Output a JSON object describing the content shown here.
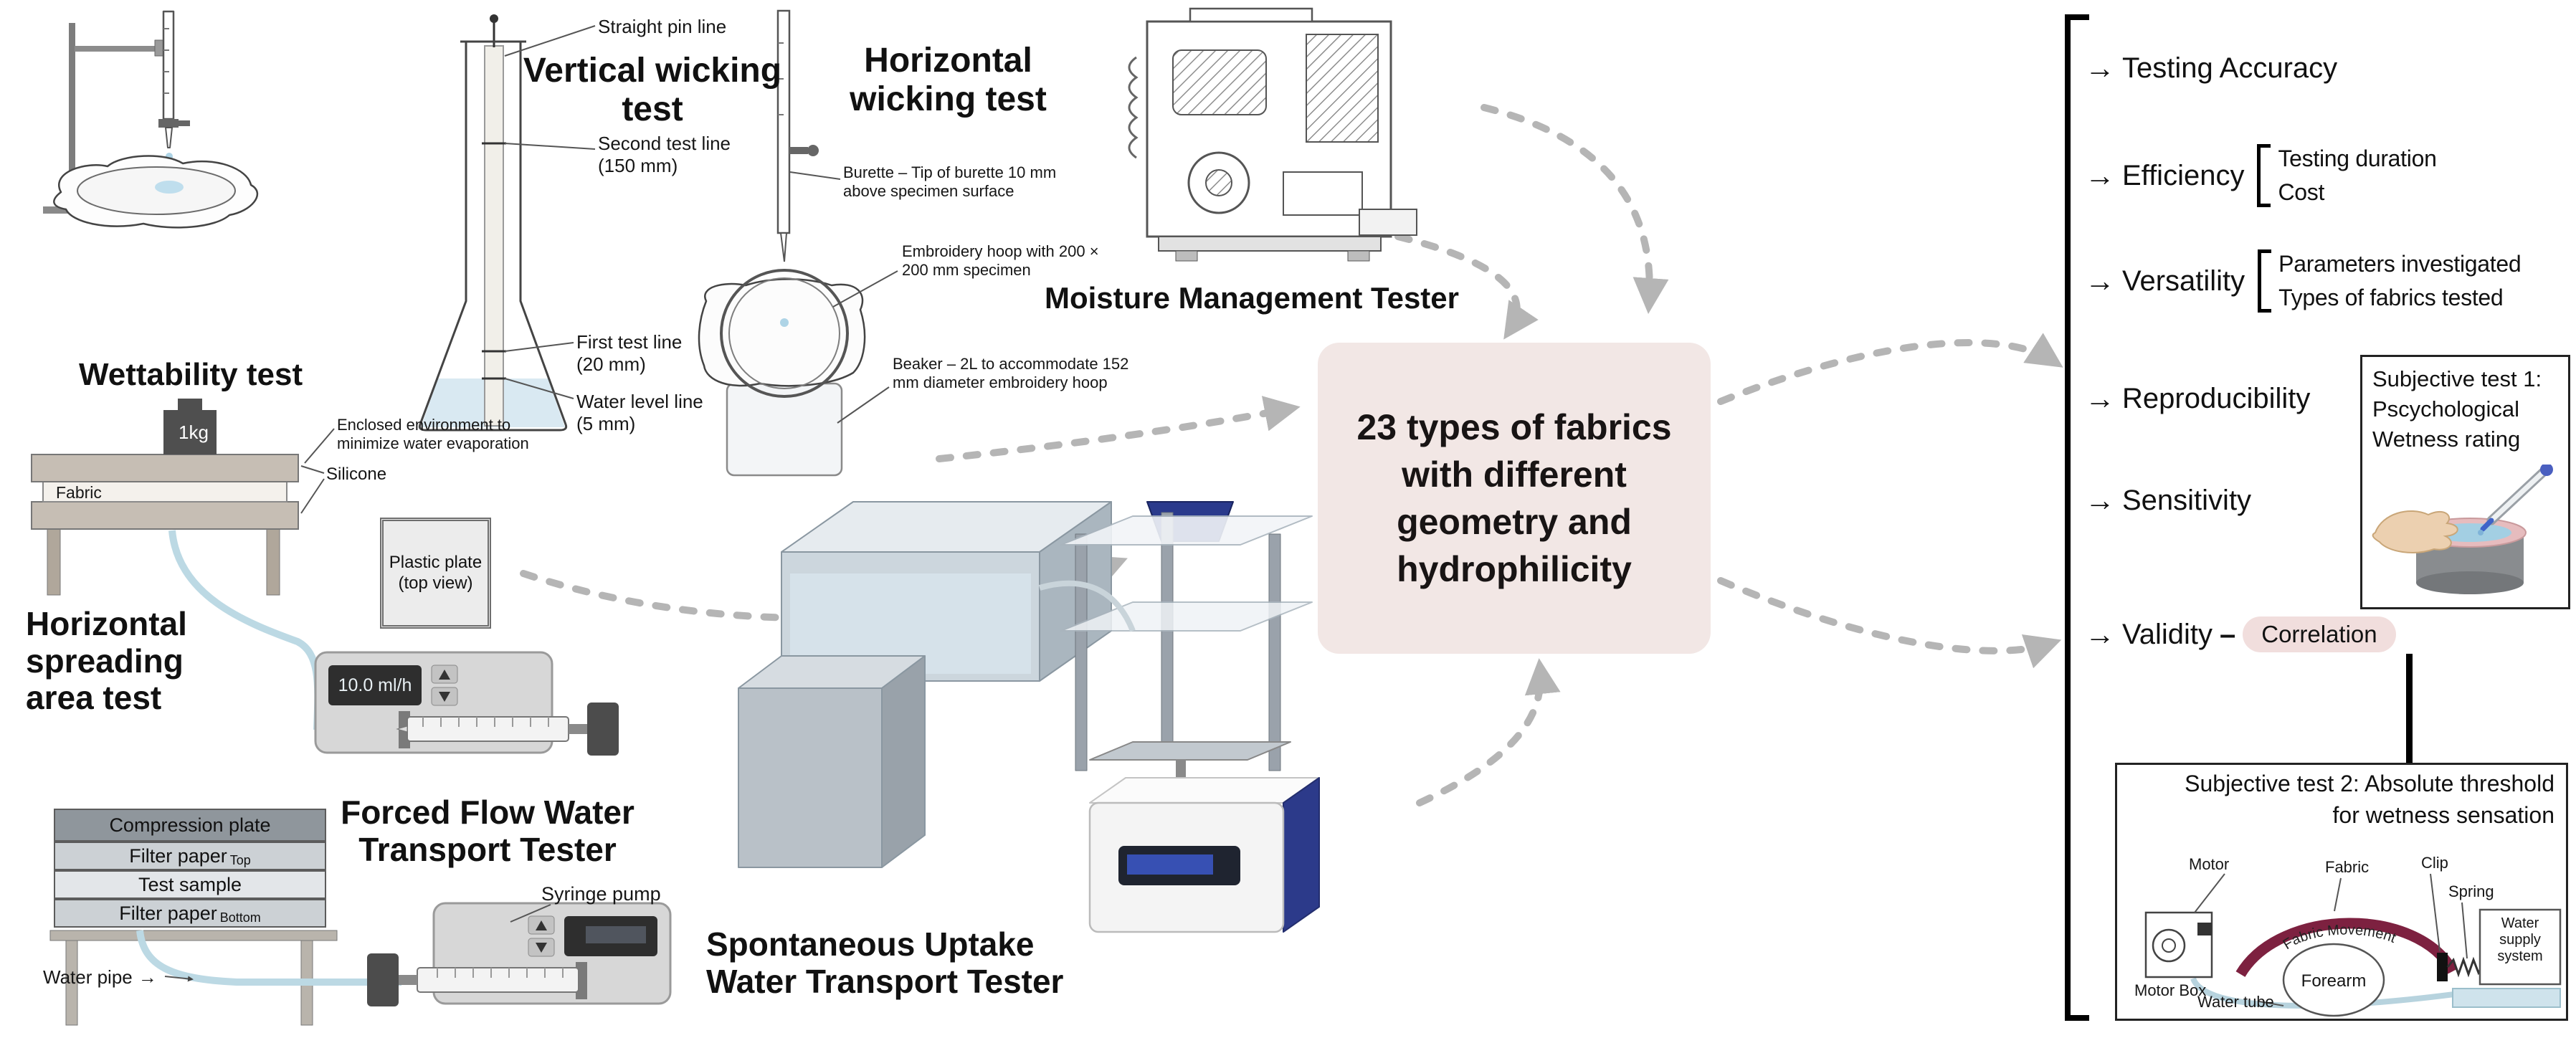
{
  "glyphs": {
    "arrow": "→",
    "dash": "–"
  },
  "wettability": {
    "title": "Wettability test"
  },
  "vertical_wicking": {
    "title": "Vertical wicking test",
    "pin": "Straight pin line",
    "second": "Second test line (150 mm)",
    "first": "First test line (20 mm)",
    "water": "Water level line (5 mm)"
  },
  "horizontal_wicking": {
    "title": "Horizontal wicking test",
    "burette": "Burette – Tip of burette 10 mm above specimen surface",
    "hoop": "Embroidery hoop with 200 × 200 mm specimen",
    "beaker": "Beaker – 2L to accommodate 152 mm diameter embroidery hoop"
  },
  "mmt": {
    "title": "Moisture Management Tester"
  },
  "center_box": {
    "text": "23 types of fabrics with different geometry and hydrophilicity"
  },
  "spreading": {
    "title": "Horizontal spreading area test",
    "weight": "1kg",
    "enclosed": "Enclosed environment to minimize water evaporation",
    "silicone": "Silicone",
    "fabric": "Fabric",
    "plate": "Plastic plate (top view)"
  },
  "forced_flow": {
    "title": "Forced Flow Water Transport Tester",
    "display": "10.0 ml/h"
  },
  "stack": {
    "layers": [
      "Compression plate",
      "Filter paper",
      "Test sample",
      "Filter paper"
    ],
    "layer_subs": [
      "",
      "Top",
      "",
      "Bottom"
    ],
    "water_pipe": "Water pipe",
    "syringe_pump": "Syringe pump"
  },
  "spontaneous": {
    "title": "Spontaneous Uptake Water Transport Tester"
  },
  "criteria": [
    {
      "label": "Testing Accuracy"
    },
    {
      "label": "Efficiency",
      "subs": [
        "Testing duration",
        "Cost"
      ]
    },
    {
      "label": "Versatility",
      "subs": [
        "Parameters investigated",
        "Types of fabrics tested"
      ]
    },
    {
      "label": "Reproducibility"
    },
    {
      "label": "Sensitivity"
    },
    {
      "label": "Validity",
      "connector": "Correlation"
    }
  ],
  "subjective1": {
    "lines": [
      "Subjective test 1:",
      "Pscychological",
      "Wetness rating"
    ]
  },
  "subjective2": {
    "title1": "Subjective test 2: Absolute threshold",
    "title2": "for wetness sensation",
    "labels": {
      "motor": "Motor",
      "motor_box": "Motor Box",
      "water_tube": "Water tube",
      "fabric": "Fabric",
      "fabric_movement": "Fabric Movement",
      "forearm": "Forearm",
      "clip": "Clip",
      "spring": "Spring",
      "water_supply": "Water supply system"
    }
  }
}
